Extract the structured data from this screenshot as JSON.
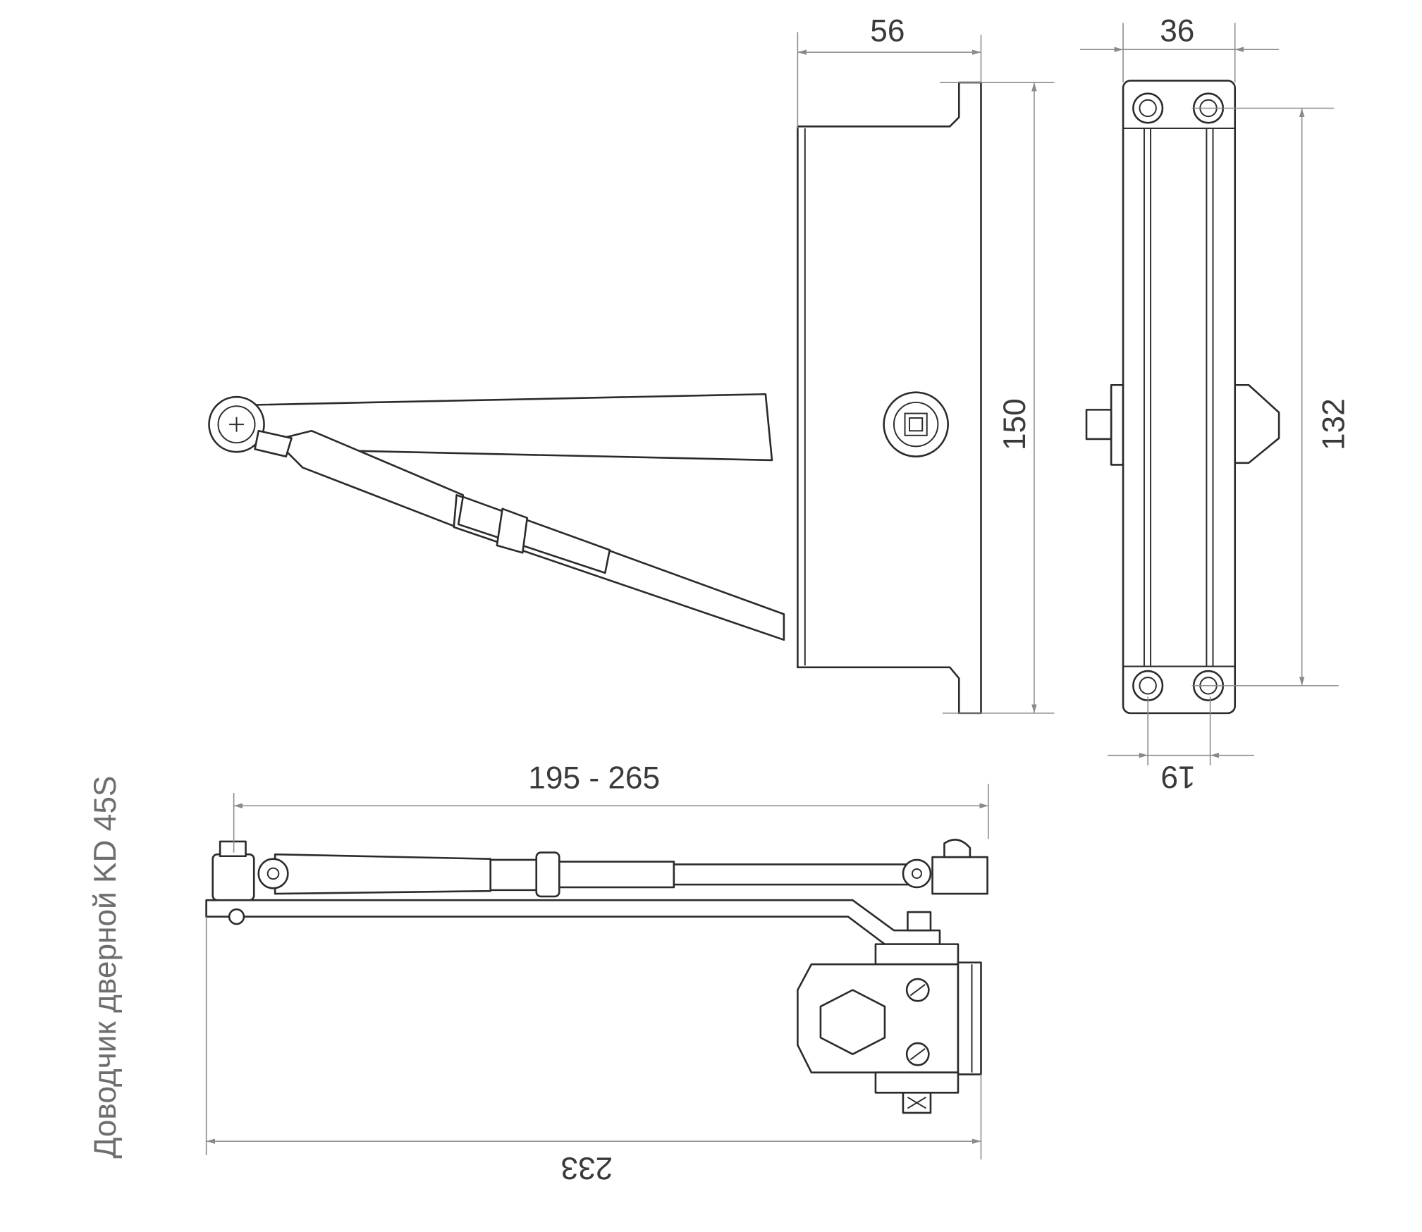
{
  "title": "Доводчик дверной KD 45S",
  "dimensions": {
    "body_depth": "56",
    "body_width": "36",
    "body_length": "150",
    "hole_spacing_vertical": "132",
    "hole_spacing_horizontal": "19",
    "arm_reach": "195 - 265",
    "overall_length": "233"
  },
  "colors": {
    "line": "#2b2b2b",
    "dimension": "#8a8a8a",
    "text": "#3a3a3a"
  }
}
